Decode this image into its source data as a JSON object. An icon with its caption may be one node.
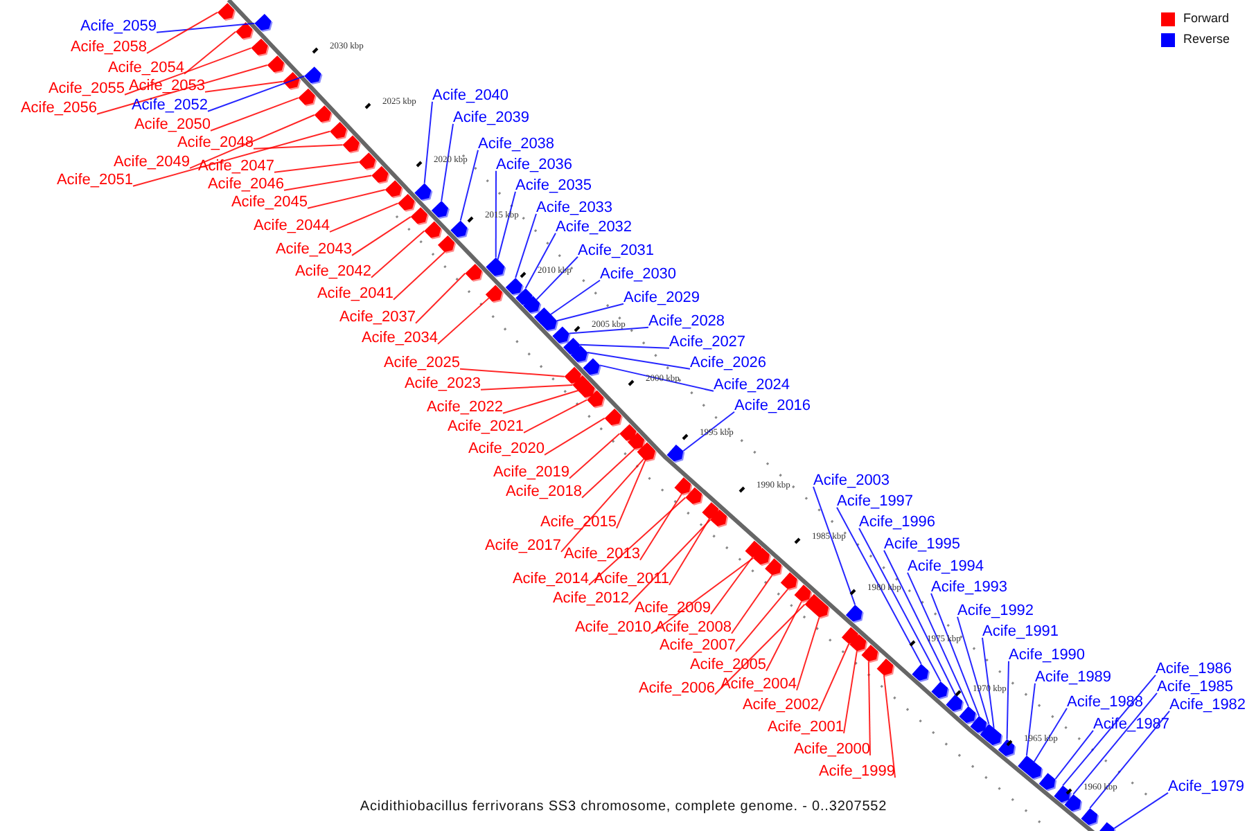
{
  "diagram": {
    "caption": "Acidithiobacillus ferrivorans SS3 chromosome, complete genome. - 0..3207552",
    "nodes": [
      {
        "text": [
          "Acife_2059"
        ]
      },
      {
        "text": [
          "Acife_2058"
        ]
      },
      {
        "text": [
          "Acife_2054"
        ]
      },
      {
        "text": [
          "Acife_2055"
        ]
      },
      {
        "text": [
          "Acife_2053"
        ]
      },
      {
        "text": [
          "Acife_2052"
        ]
      },
      {
        "text": [
          "Acife_2056"
        ]
      },
      {
        "text": [
          "Acife_2050"
        ]
      },
      {
        "text": [
          "Acife_2048"
        ]
      },
      {
        "text": [
          "Acife_2049"
        ]
      },
      {
        "text": [
          "Acife_2047"
        ]
      },
      {
        "text": [
          "Acife_2051"
        ]
      },
      {
        "text": [
          "Acife_2046"
        ]
      },
      {
        "text": [
          "Acife_2045"
        ]
      },
      {
        "text": [
          "Acife_2044"
        ]
      },
      {
        "text": [
          "Acife_2043"
        ]
      },
      {
        "text": [
          "Acife_2042"
        ]
      },
      {
        "text": [
          "Acife_2041"
        ]
      },
      {
        "text": [
          "Acife_2037"
        ]
      },
      {
        "text": [
          "Acife_2034"
        ]
      },
      {
        "text": [
          "Acife_2025"
        ]
      },
      {
        "text": [
          "Acife_2023"
        ]
      },
      {
        "text": [
          "Acife_2022"
        ]
      },
      {
        "text": [
          "Acife_2021"
        ]
      },
      {
        "text": [
          "Acife_2020"
        ]
      },
      {
        "text": [
          "Acife_2019"
        ]
      },
      {
        "text": [
          "Acife_2018"
        ]
      },
      {
        "text": [
          "Acife_2015"
        ]
      },
      {
        "text": [
          "Acife_2017"
        ]
      },
      {
        "text": [
          "Acife_2013"
        ]
      },
      {
        "text": [
          "Acife_2014"
        ]
      },
      {
        "text": [
          "Acife_2011"
        ]
      },
      {
        "text": [
          "Acife_2012"
        ]
      },
      {
        "text": [
          "Acife_2009"
        ]
      },
      {
        "text": [
          "Acife_2010"
        ]
      },
      {
        "text": [
          "Acife_2008"
        ]
      },
      {
        "text": [
          "Acife_2007"
        ]
      },
      {
        "text": [
          "Acife_2005"
        ]
      },
      {
        "text": [
          "Acife_2006"
        ]
      },
      {
        "text": [
          "Acife_2004"
        ]
      },
      {
        "text": [
          "Acife_2002"
        ]
      },
      {
        "text": [
          "Acife_2001"
        ]
      },
      {
        "text": [
          "Acife_2000"
        ]
      },
      {
        "text": [
          "Acife_1999"
        ]
      },
      {
        "text": [
          "Acife_2040"
        ]
      },
      {
        "text": [
          "Acife_2039"
        ]
      },
      {
        "text": [
          "Acife_2038"
        ]
      },
      {
        "text": [
          "Acife_2036"
        ]
      },
      {
        "text": [
          "Acife_2035"
        ]
      },
      {
        "text": [
          "Acife_2033"
        ]
      },
      {
        "text": [
          "Acife_2032"
        ]
      },
      {
        "text": [
          "Acife_2031"
        ]
      },
      {
        "text": [
          "Acife_2030"
        ]
      },
      {
        "text": [
          "Acife_2029"
        ]
      },
      {
        "text": [
          "Acife_2028"
        ]
      },
      {
        "text": [
          "Acife_2027"
        ]
      },
      {
        "text": [
          "Acife_2026"
        ]
      },
      {
        "text": [
          "Acife_2024"
        ]
      },
      {
        "text": [
          "Acife_2016"
        ]
      },
      {
        "text": [
          "Acife_2003"
        ]
      },
      {
        "text": [
          "Acife_1997"
        ]
      },
      {
        "text": [
          "Acife_1996"
        ]
      },
      {
        "text": [
          "Acife_1995"
        ]
      },
      {
        "text": [
          "Acife_1994"
        ]
      },
      {
        "text": [
          "Acife_1993"
        ]
      },
      {
        "text": [
          "Acife_1992"
        ]
      },
      {
        "text": [
          "Acife_1991"
        ]
      },
      {
        "text": [
          "Acife_1990"
        ]
      },
      {
        "text": [
          "Acife_1989"
        ]
      },
      {
        "text": [
          "Acife_1988"
        ]
      },
      {
        "text": [
          "Acife_1987"
        ]
      },
      {
        "text": [
          "Acife_1986"
        ]
      },
      {
        "text": [
          "Acife_1985"
        ]
      },
      {
        "text": [
          "Acife_1982"
        ]
      },
      {
        "text": [
          "Acife_1979"
        ]
      },
      {
        "text": [],
        "shape": "bar"
      },
      {
        "text": [],
        "shape": "bar"
      },
      {
        "text": [],
        "shape": "bar"
      },
      {
        "text": [],
        "shape": "bar"
      },
      {
        "text": [],
        "shape": "bar"
      },
      {
        "text": [],
        "shape": "bar"
      },
      {
        "text": [],
        "shape": "bar"
      },
      {
        "text": [],
        "shape": "bar"
      },
      {
        "text": [],
        "shape": "bar"
      },
      {
        "text": [],
        "shape": "bar"
      },
      {
        "text": [],
        "shape": "bar"
      },
      {
        "text": [],
        "shape": "bar"
      },
      {
        "text": [],
        "shape": "bar"
      },
      {
        "text": [],
        "shape": "bar"
      },
      {
        "text": [],
        "shape": "bar"
      },
      {
        "text": [],
        "shape": "bar"
      },
      {
        "text": [],
        "shape": "bar"
      },
      {
        "text": [],
        "shape": "bar"
      },
      {
        "text": [],
        "shape": "bar"
      },
      {
        "text": [],
        "shape": "bar"
      },
      {
        "text": [],
        "shape": "bar"
      },
      {
        "text": [],
        "shape": "bar"
      },
      {
        "text": [],
        "shape": "bar"
      },
      {
        "text": [],
        "shape": "bar"
      },
      {
        "text": [],
        "shape": "bar"
      },
      {
        "text": [],
        "shape": "bar"
      },
      {
        "text": [],
        "shape": "bar"
      },
      {
        "text": [],
        "shape": "bar"
      },
      {
        "text": [],
        "shape": "bar"
      },
      {
        "text": [],
        "shape": "bar"
      },
      {
        "text": [],
        "shape": "bar"
      },
      {
        "text": [],
        "shape": "bar"
      },
      {
        "text": [],
        "shape": "bar"
      },
      {
        "text": [],
        "shape": "bar"
      },
      {
        "text": [],
        "shape": "bar"
      },
      {
        "text": [],
        "shape": "bar"
      },
      {
        "text": [],
        "shape": "bar"
      },
      {
        "text": [],
        "shape": "bar"
      },
      {
        "text": [],
        "shape": "bar"
      },
      {
        "text": [],
        "shape": "bar"
      },
      {
        "text": [],
        "shape": "bar"
      },
      {
        "text": [],
        "shape": "bar"
      },
      {
        "text": [],
        "shape": "bar"
      },
      {
        "text": [],
        "shape": "bar"
      },
      {
        "text": [],
        "shape": "bar"
      },
      {
        "text": [],
        "shape": "bar"
      },
      {
        "text": [],
        "shape": "bar"
      },
      {
        "text": [],
        "shape": "bar"
      },
      {
        "text": [],
        "shape": "bar"
      },
      {
        "text": [],
        "shape": "bar"
      },
      {
        "text": [],
        "shape": "bar"
      },
      {
        "text": [],
        "shape": "bar"
      },
      {
        "text": [],
        "shape": "bar"
      },
      {
        "text": [],
        "shape": "bar"
      },
      {
        "text": [],
        "shape": "bar"
      },
      {
        "text": [],
        "shape": "bar"
      },
      {
        "text": [],
        "shape": "bar"
      },
      {
        "text": [],
        "shape": "bar"
      },
      {
        "text": [],
        "shape": "bar"
      },
      {
        "text": [],
        "shape": "bar"
      },
      {
        "text": [],
        "shape": "bar"
      },
      {
        "text": [],
        "shape": "bar"
      },
      {
        "text": [],
        "shape": "bar"
      },
      {
        "text": [],
        "shape": "bar"
      },
      {
        "text": [],
        "shape": "bar"
      },
      {
        "text": [],
        "shape": "bar"
      },
      {
        "text": [],
        "shape": "bar"
      },
      {
        "text": [],
        "shape": "bar"
      },
      {
        "text": [],
        "shape": "bar"
      },
      {
        "text": [],
        "shape": "bar"
      },
      {
        "text": [],
        "shape": "bar"
      },
      {
        "text": [],
        "shape": "bar"
      },
      {
        "text": [],
        "shape": "bar"
      },
      {
        "text": [],
        "shape": "bar"
      },
      {
        "text": [],
        "shape": "bar"
      }
    ],
    "edges": [
      {
        "from": 0,
        "to": 75,
        "arrow": "none",
        "color": "#0000ff"
      },
      {
        "from": 1,
        "to": 76,
        "arrow": "none"
      },
      {
        "from": 2,
        "to": 77,
        "arrow": "none"
      },
      {
        "from": 3,
        "to": 78,
        "arrow": "none"
      },
      {
        "from": 4,
        "to": 79,
        "arrow": "none"
      },
      {
        "from": 5,
        "to": 80,
        "arrow": "none",
        "color": "#0000ff"
      },
      {
        "from": 6,
        "to": 81,
        "arrow": "none"
      },
      {
        "from": 7,
        "to": 82,
        "arrow": "none"
      },
      {
        "from": 8,
        "to": 83,
        "arrow": "none"
      },
      {
        "from": 9,
        "to": 84,
        "arrow": "none"
      },
      {
        "from": 10,
        "to": 85,
        "arrow": "none"
      },
      {
        "from": 11,
        "to": 86,
        "arrow": "none"
      },
      {
        "from": 12,
        "to": 87,
        "arrow": "none"
      },
      {
        "from": 13,
        "to": 88,
        "arrow": "none"
      },
      {
        "from": 14,
        "to": 89,
        "arrow": "none"
      },
      {
        "from": 15,
        "to": 90,
        "arrow": "none"
      },
      {
        "from": 16,
        "to": 91,
        "arrow": "none"
      },
      {
        "from": 17,
        "to": 92,
        "arrow": "none"
      },
      {
        "from": 18,
        "to": 93,
        "arrow": "none"
      },
      {
        "from": 19,
        "to": 94,
        "arrow": "none"
      },
      {
        "from": 20,
        "to": 95,
        "arrow": "none"
      },
      {
        "from": 21,
        "to": 96,
        "arrow": "none"
      },
      {
        "from": 22,
        "to": 97,
        "arrow": "none"
      },
      {
        "from": 23,
        "to": 98,
        "arrow": "none"
      },
      {
        "from": 24,
        "to": 99,
        "arrow": "none"
      },
      {
        "from": 25,
        "to": 100,
        "arrow": "none"
      },
      {
        "from": 26,
        "to": 101,
        "arrow": "none"
      },
      {
        "from": 27,
        "to": 102,
        "arrow": "none"
      },
      {
        "from": 28,
        "to": 103,
        "arrow": "none"
      },
      {
        "from": 29,
        "to": 104,
        "arrow": "none"
      },
      {
        "from": 30,
        "to": 105,
        "arrow": "none"
      },
      {
        "from": 31,
        "to": 106,
        "arrow": "none"
      },
      {
        "from": 32,
        "to": 107,
        "arrow": "none"
      },
      {
        "from": 33,
        "to": 108,
        "arrow": "none"
      },
      {
        "from": 34,
        "to": 109,
        "arrow": "none"
      },
      {
        "from": 35,
        "to": 110,
        "arrow": "none"
      },
      {
        "from": 36,
        "to": 111,
        "arrow": "none"
      },
      {
        "from": 37,
        "to": 112,
        "arrow": "none"
      },
      {
        "from": 38,
        "to": 113,
        "arrow": "none"
      },
      {
        "from": 39,
        "to": 114,
        "arrow": "none"
      },
      {
        "from": 40,
        "to": 115,
        "arrow": "none"
      },
      {
        "from": 41,
        "to": 116,
        "arrow": "none"
      },
      {
        "from": 42,
        "to": 117,
        "arrow": "none"
      },
      {
        "from": 43,
        "to": 118,
        "arrow": "none"
      },
      {
        "from": 44,
        "to": 119,
        "arrow": "none",
        "color": "#0000ff"
      },
      {
        "from": 45,
        "to": 120,
        "arrow": "none",
        "color": "#0000ff"
      },
      {
        "from": 46,
        "to": 121,
        "arrow": "none",
        "color": "#0000ff"
      },
      {
        "from": 47,
        "to": 122,
        "arrow": "none",
        "color": "#0000ff"
      },
      {
        "from": 48,
        "to": 123,
        "arrow": "none",
        "color": "#0000ff"
      },
      {
        "from": 49,
        "to": 124,
        "arrow": "none",
        "color": "#0000ff"
      },
      {
        "from": 50,
        "to": 125,
        "arrow": "none",
        "color": "#0000ff"
      },
      {
        "from": 51,
        "to": 126,
        "arrow": "none",
        "color": "#0000ff"
      },
      {
        "from": 52,
        "to": 127,
        "arrow": "none",
        "color": "#0000ff"
      },
      {
        "from": 53,
        "to": 128,
        "arrow": "none",
        "color": "#0000ff"
      },
      {
        "from": 54,
        "to": 129,
        "arrow": "none",
        "color": "#0000ff"
      },
      {
        "from": 55,
        "to": 130,
        "arrow": "none",
        "color": "#0000ff"
      },
      {
        "from": 56,
        "to": 131,
        "arrow": "none",
        "color": "#0000ff"
      },
      {
        "from": 57,
        "to": 132,
        "arrow": "none",
        "color": "#0000ff"
      },
      {
        "from": 58,
        "to": 133,
        "arrow": "none",
        "color": "#0000ff"
      },
      {
        "from": 59,
        "to": 134,
        "arrow": "none",
        "color": "#0000ff"
      },
      {
        "from": 60,
        "to": 135,
        "arrow": "none",
        "color": "#0000ff"
      },
      {
        "from": 61,
        "to": 136,
        "arrow": "none",
        "color": "#0000ff"
      },
      {
        "from": 62,
        "to": 137,
        "arrow": "none",
        "color": "#0000ff"
      },
      {
        "from": 63,
        "to": 138,
        "arrow": "none",
        "color": "#0000ff"
      },
      {
        "from": 64,
        "to": 139,
        "arrow": "none",
        "color": "#0000ff"
      },
      {
        "from": 65,
        "to": 140,
        "arrow": "none",
        "color": "#0000ff"
      },
      {
        "from": 66,
        "to": 141,
        "arrow": "none",
        "color": "#0000ff"
      },
      {
        "from": 67,
        "to": 142,
        "arrow": "none",
        "color": "#0000ff"
      },
      {
        "from": 68,
        "to": 143,
        "arrow": "none",
        "color": "#0000ff"
      },
      {
        "from": 69,
        "to": 144,
        "arrow": "none",
        "color": "#0000ff"
      },
      {
        "from": 70,
        "to": 145,
        "arrow": "none",
        "color": "#0000ff"
      },
      {
        "from": 71,
        "to": 146,
        "arrow": "none",
        "color": "#0000ff"
      },
      {
        "from": 72,
        "to": 147,
        "arrow": "none",
        "color": "#0000ff"
      },
      {
        "from": 73,
        "to": 148,
        "arrow": "none",
        "color": "#0000ff"
      },
      {
        "from": 74,
        "to": 149,
        "arrow": "none",
        "color": "#0000ff"
      }
    ],
    "labels": [
      "2030 kbp",
      "2025 kbp",
      "2020 kbp",
      "2015 kbp",
      "2010 kbp",
      "2005 kbp",
      "2000 kbp",
      "1995 kbp",
      "1990 kbp",
      "1985 kbp",
      "1980 kbp",
      "1975 kbp",
      "1970 kbp",
      "1965 kbp",
      "1960 kbp"
    ],
    "legend": [
      {
        "text": "Forward",
        "color": "#ff0000"
      },
      {
        "text": "Reverse",
        "color": "#0000ff"
      }
    ]
  }
}
